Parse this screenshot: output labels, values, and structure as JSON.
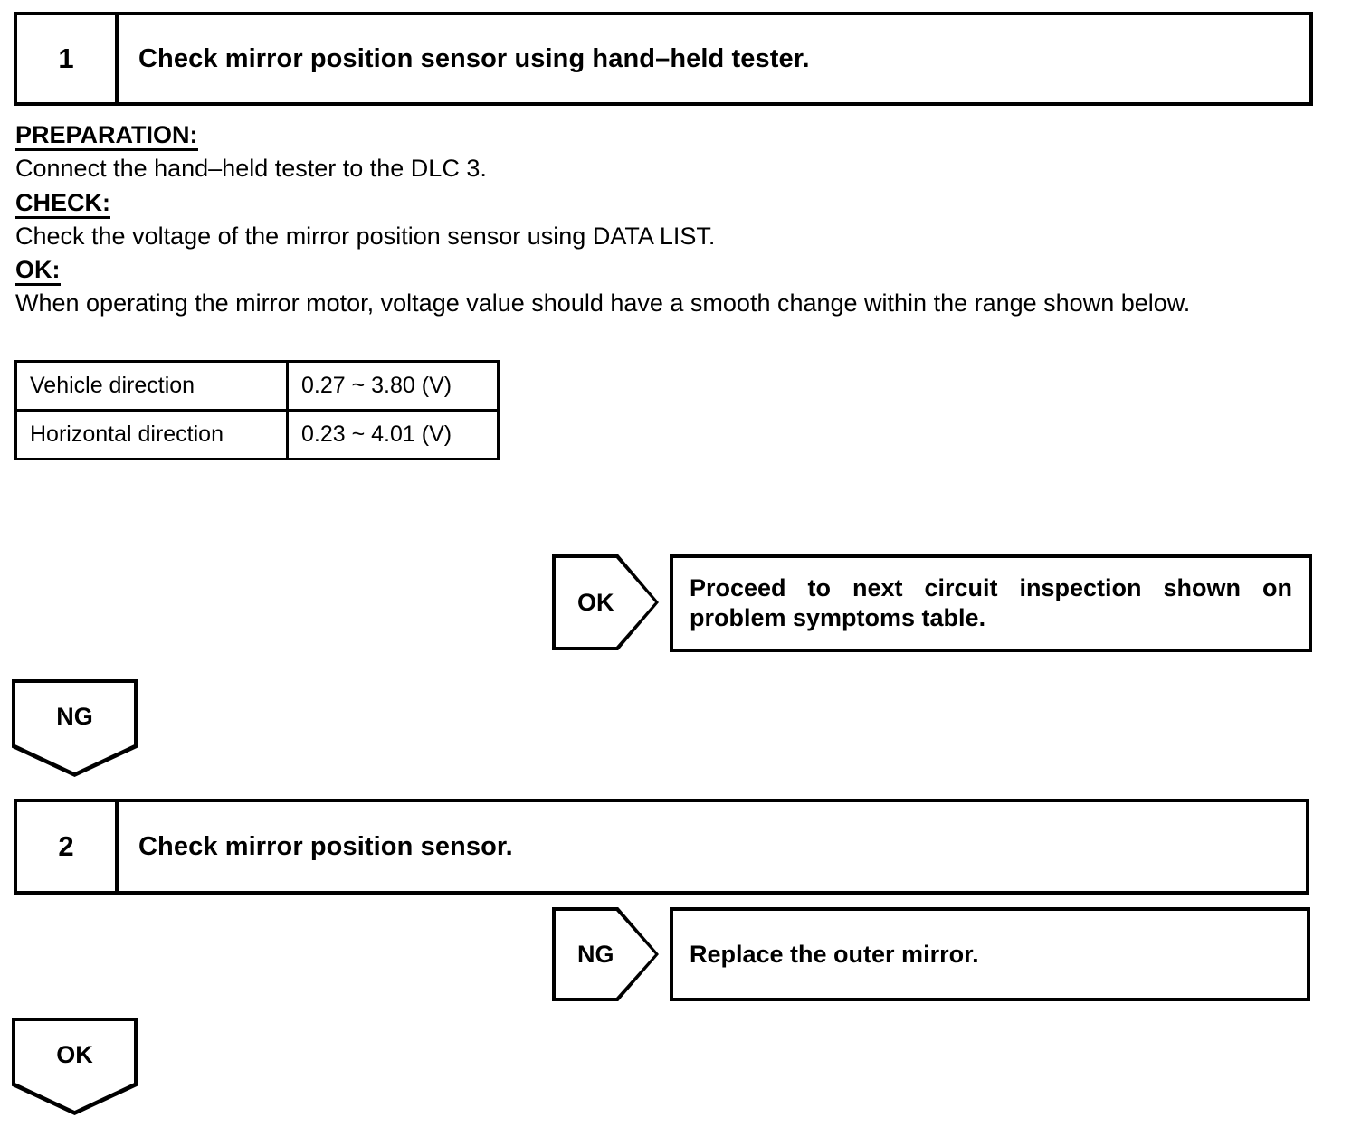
{
  "steps": [
    {
      "number": "1",
      "title": "Check mirror position sensor using hand–held tester."
    },
    {
      "number": "2",
      "title": "Check mirror position sensor."
    }
  ],
  "instructions": [
    {
      "label": "PREPARATION:",
      "body": "Connect the hand–held tester to the DLC 3."
    },
    {
      "label": "CHECK:",
      "body": "Check the voltage of the mirror position sensor using DATA LIST."
    },
    {
      "label": "OK:",
      "body": "When operating the mirror motor, voltage value should have a smooth change within the range shown below."
    }
  ],
  "spec_table": {
    "rows": [
      {
        "label": "Vehicle direction",
        "value": "0.27 ~ 3.80 (V)"
      },
      {
        "label": "Horizontal direction",
        "value": "0.23 ~ 4.01 (V)"
      }
    ]
  },
  "branches": {
    "step1_ok": {
      "tag": "OK",
      "result": "Proceed to next circuit inspection shown on problem symptoms table."
    },
    "step1_ng": {
      "tag": "NG"
    },
    "step2_ng": {
      "tag": "NG",
      "result": "Replace the outer mirror."
    },
    "step2_ok": {
      "tag": "OK"
    }
  },
  "colors": {
    "line": "#000000",
    "page_background": "#ffffff"
  }
}
